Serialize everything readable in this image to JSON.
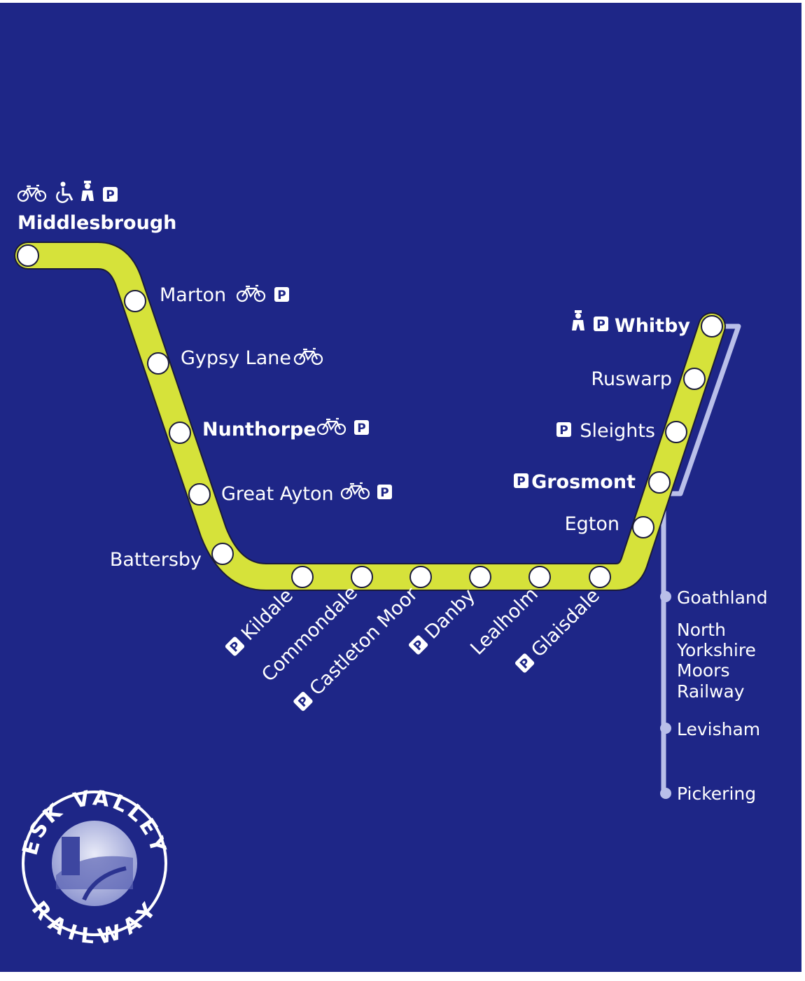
{
  "title": "Esk Valley Railway",
  "colors": {
    "background": "#1e2687",
    "line": "#d6e23a",
    "nymr_line": "#b9bfe9",
    "station": "#ffffff"
  },
  "logo": {
    "top_text": "ESK VALLEY",
    "bottom_text": "RAILWAY"
  },
  "esk_valley_stations": [
    {
      "name": "Middlesbrough",
      "facilities": [
        "bike-icon",
        "wheelchair-icon",
        "staff-icon",
        "parking-icon"
      ]
    },
    {
      "name": "Marton",
      "facilities": [
        "bike-icon",
        "parking-icon"
      ]
    },
    {
      "name": "Gypsy Lane",
      "facilities": [
        "bike-icon"
      ]
    },
    {
      "name": "Nunthorpe",
      "facilities": [
        "bike-icon",
        "parking-icon"
      ]
    },
    {
      "name": "Great Ayton",
      "facilities": [
        "bike-icon",
        "parking-icon"
      ]
    },
    {
      "name": "Battersby",
      "facilities": []
    },
    {
      "name": "Kildale",
      "facilities": [
        "parking-icon"
      ]
    },
    {
      "name": "Commondale",
      "facilities": []
    },
    {
      "name": "Castleton Moor",
      "facilities": [
        "parking-icon"
      ]
    },
    {
      "name": "Danby",
      "facilities": [
        "parking-icon"
      ]
    },
    {
      "name": "Lealholm",
      "facilities": []
    },
    {
      "name": "Glaisdale",
      "facilities": [
        "parking-icon"
      ]
    },
    {
      "name": "Egton",
      "facilities": []
    },
    {
      "name": "Grosmont",
      "facilities": [
        "parking-icon"
      ]
    },
    {
      "name": "Sleights",
      "facilities": [
        "parking-icon"
      ]
    },
    {
      "name": "Ruswarp",
      "facilities": []
    },
    {
      "name": "Whitby",
      "facilities": [
        "staff-icon",
        "parking-icon"
      ]
    }
  ],
  "nymr": {
    "name_lines": [
      "North",
      "Yorkshire",
      "Moors",
      "Railway"
    ],
    "stations": [
      "Goathland",
      "Levisham",
      "Pickering"
    ]
  },
  "parking_letter": "P"
}
